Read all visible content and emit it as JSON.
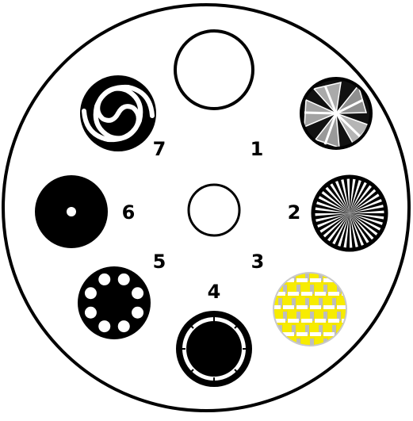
{
  "gobo_wheel": {
    "slot_labels": [
      "1",
      "2",
      "3",
      "4",
      "5",
      "6",
      "7"
    ],
    "slots": [
      {
        "label": "1",
        "pattern": "triangular-shards",
        "colors": [
          "#1a1a1a",
          "#9a9a9a",
          "#ffffff"
        ]
      },
      {
        "label": "2",
        "pattern": "radial-sunburst",
        "colors": [
          "#000000",
          "#ffffff"
        ]
      },
      {
        "label": "3",
        "pattern": "yellow-dichroic-blocks",
        "colors": [
          "#f4e000",
          "#cccccc",
          "#ffffff"
        ]
      },
      {
        "label": "4",
        "pattern": "black-dot-ring",
        "colors": [
          "#000000",
          "#ffffff"
        ]
      },
      {
        "label": "5",
        "pattern": "eight-hole-disc",
        "colors": [
          "#000000",
          "#ffffff"
        ]
      },
      {
        "label": "6",
        "pattern": "disc-center-pinhole",
        "colors": [
          "#000000",
          "#ffffff"
        ]
      },
      {
        "label": "7",
        "pattern": "spiral",
        "colors": [
          "#000000",
          "#ffffff"
        ]
      }
    ],
    "open_slot": "open-aperture",
    "center": "center-hub"
  }
}
